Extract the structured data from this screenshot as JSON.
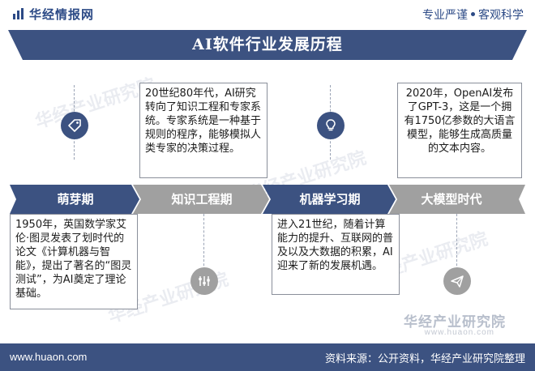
{
  "header": {
    "logo_text": "华经情报网",
    "slogan_left": "专业严谨",
    "slogan_right": "客观科学"
  },
  "title": "AI软件行业发展历程",
  "stages": [
    {
      "label": "萌芽期",
      "text": "1950年，英国数学家艾伦·图灵发表了划时代的论文《计算机器与智能》，提出了著名的“图灵测试”，为AI奠定了理论基础。",
      "icon": "tag-icon"
    },
    {
      "label": "知识工程期",
      "text": "20世纪80年代，AI研究转向了知识工程和专家系统。专家系统是一种基于规则的程序，能够模拟人类专家的决策过程。",
      "icon": "settings-sliders-icon"
    },
    {
      "label": "机器学习期",
      "text": "进入21世纪，随着计算能力的提升、互联网的普及以及大数据的积累，AI迎来了新的发展机遇。",
      "icon": "lightbulb-icon"
    },
    {
      "label": "大模型时代",
      "text": "2020年，OpenAI发布了GPT-3，这是一个拥有1750亿参数的大语言模型，能够生成高质量的文本内容。",
      "icon": "paper-plane-icon"
    }
  ],
  "watermark": {
    "brand": "华经产业研究院",
    "url": "www.huaon.com"
  },
  "footer": {
    "url": "www.huaon.com",
    "source": "资料来源：公开资料，华经产业研究院整理"
  },
  "colors": {
    "primary": "#3c5281",
    "secondary": "#a0a0a0",
    "background": "#ffffff"
  }
}
